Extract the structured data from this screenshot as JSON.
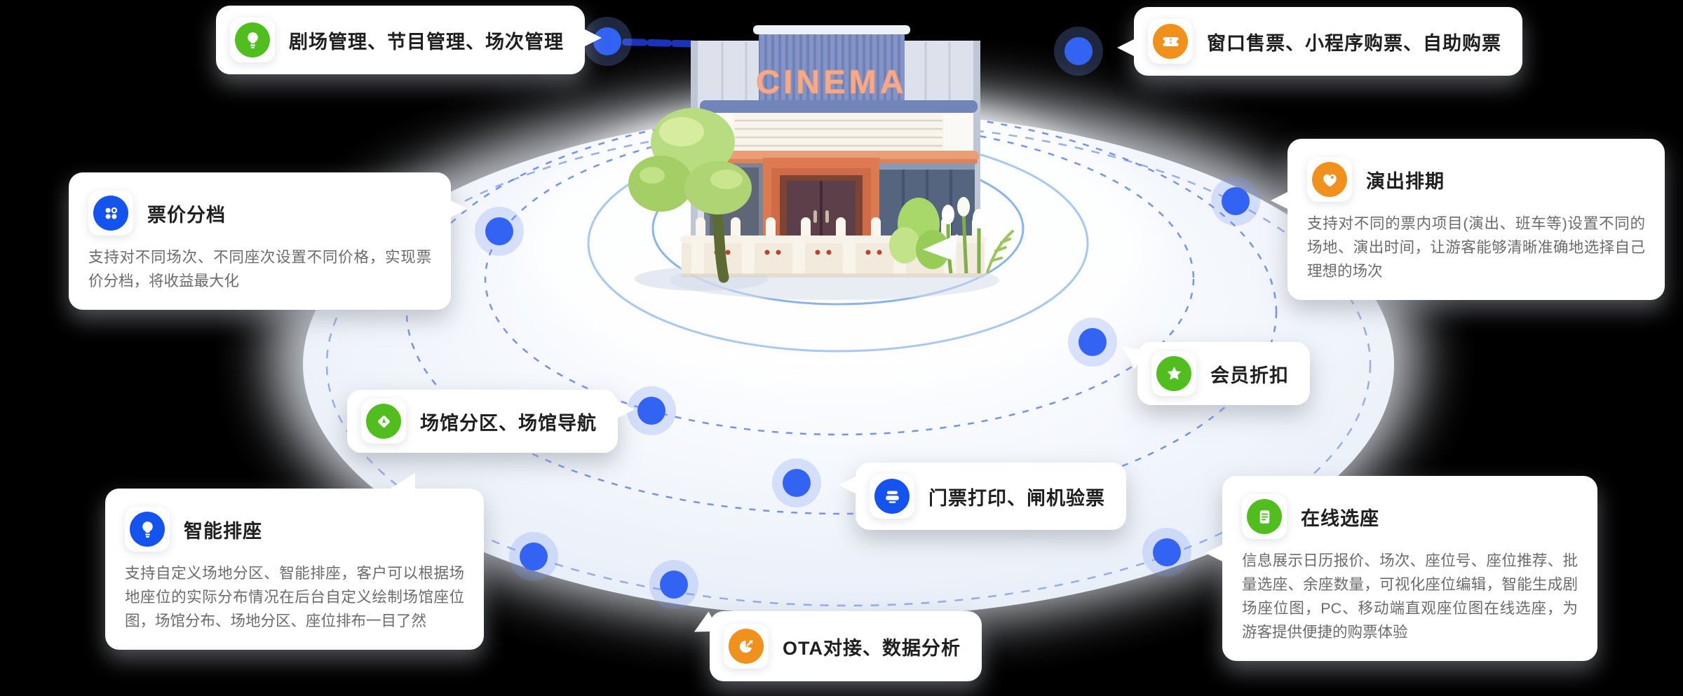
{
  "building": {
    "sign": "CINEMA"
  },
  "callouts": {
    "theater_management": {
      "title": "剧场管理、节目管理、场次管理"
    },
    "window_ticketing": {
      "title": "窗口售票、小程序购票、自助购票"
    },
    "price_tiers": {
      "title": "票价分档",
      "desc": "支持对不同场次、不同座次设置不同价格，实现票价分档，将收益最大化"
    },
    "show_schedule": {
      "title": "演出排期",
      "desc": "支持对不同的票内项目(演出、班车等)设置不同的场地、演出时间，让游客能够清晰准确地选择自己理想的场次"
    },
    "member_discount": {
      "title": "会员折扣"
    },
    "venue_zoning": {
      "title": "场馆分区、场馆导航"
    },
    "ticket_validation": {
      "title": "门票打印、闸机验票"
    },
    "smart_seating": {
      "title": "智能排座",
      "desc": "支持自定义场地分区、智能排座，客户可以根据场地座位的实际分布情况在后台自定义绘制场馆座位图，场馆分布、场地分区、座位排布一目了然"
    },
    "online_seating": {
      "title": "在线选座",
      "desc": "信息展示日历报价、场次、座位号、座位推荐、批量选座、余座数量，可视化座位编辑，智能生成剧场座位图，PC、移动端直观座位图在线选座，为游客提供便捷的购票体验"
    },
    "ota_analytics": {
      "title": "OTA对接、数据分析"
    }
  },
  "colors": {
    "accent_green": "#52bd1f",
    "accent_orange": "#f0911e",
    "accent_blue": "#1453ee",
    "node_dot": "#1c52f2",
    "orbit_dashed": "#5f80e8",
    "orbit_solid": "#8ab4ea",
    "platform_tint": "#e9eff9",
    "title_text": "#1f1f1f",
    "body_text": "#6b6b6b",
    "sign_text": "#f3a98c"
  }
}
